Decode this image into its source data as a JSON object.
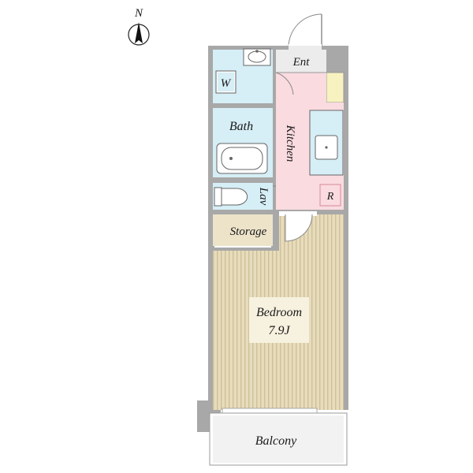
{
  "compass": {
    "label": "N"
  },
  "rooms": {
    "entrance": "Ent",
    "washer": "W",
    "bath": "Bath",
    "kitchen": "Kitchen",
    "lavatory": "Lav",
    "refrigerator": "R",
    "storage": "Storage",
    "bedroom": "Bedroom",
    "bedroom_size": "7.9J",
    "balcony": "Balcony"
  },
  "colors": {
    "wall": "#a8a8a8",
    "wet_area": "#d6eef6",
    "kitchen_floor": "#f9dbe0",
    "storage": "#ece3c9",
    "bedroom_floor": "#e7dcbc",
    "bedroom_stripe": "#cfc098",
    "label_box": "#f7f1df",
    "entrance_floor": "#ececec",
    "shoe_box": "#f7f2bf",
    "balcony": "#f2f2f2"
  }
}
